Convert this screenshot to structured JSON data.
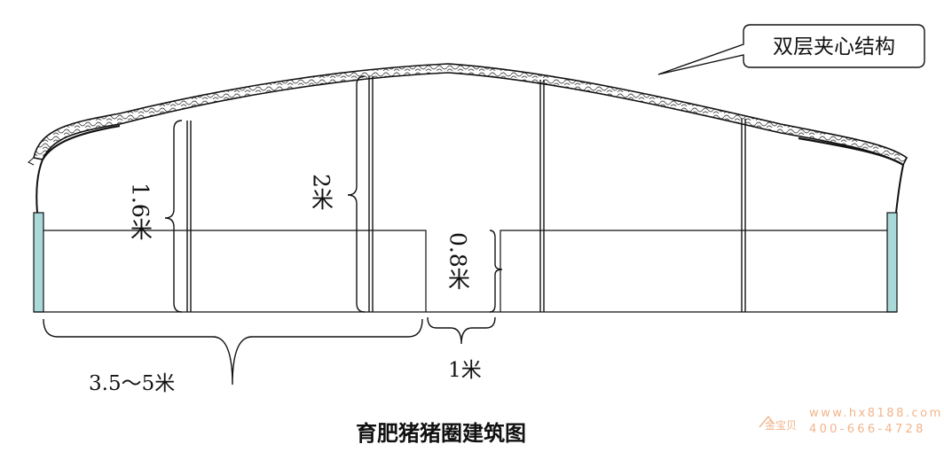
{
  "diagram": {
    "callout": "双层夹心结构",
    "dim_wall_height": "1.6米",
    "dim_center_height": "2米",
    "dim_trough_depth": "0.8米",
    "dim_pen_width": "3.5～5米",
    "dim_aisle_width": "1米",
    "caption": "育肥猪猪圈建筑图"
  },
  "watermark": {
    "brand": "金宝贝",
    "url": "www.hx8188.com",
    "phone": "400-666-4728"
  },
  "colors": {
    "wall_fill": "#a9d9d9",
    "line": "#111111",
    "watermark": "#f2b48a"
  }
}
